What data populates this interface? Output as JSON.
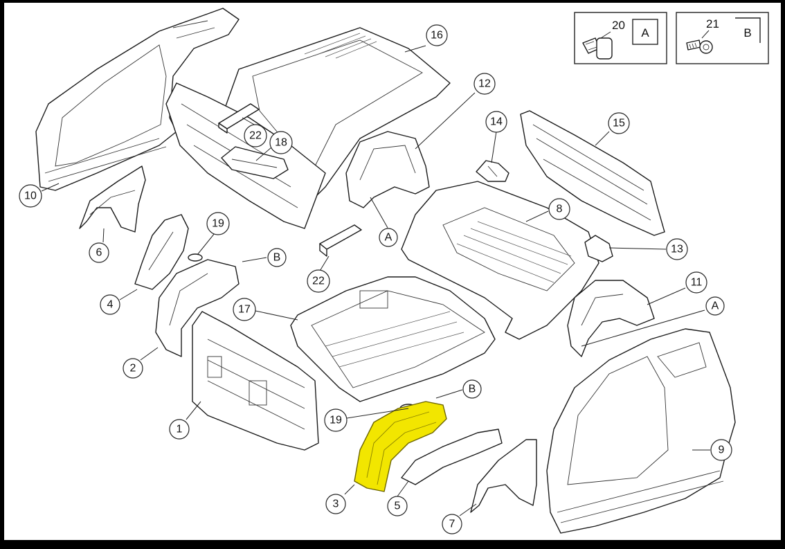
{
  "diagram": {
    "highlight_color": "#f2e600",
    "legend": [
      {
        "id": "legend-a",
        "number": "20",
        "letter": "A",
        "icon": "push-clip-icon"
      },
      {
        "id": "legend-b",
        "number": "21",
        "letter": "B",
        "icon": "screw-rivet-icon"
      }
    ],
    "callouts": {
      "c1": "1",
      "c2": "2",
      "c3": "3",
      "c4": "4",
      "c5": "5",
      "c6": "6",
      "c7": "7",
      "c8": "8",
      "c9": "9",
      "c10": "10",
      "c11": "11",
      "c12": "12",
      "c13": "13",
      "c14": "14",
      "c15": "15",
      "c16": "16",
      "c17": "17",
      "c18": "18",
      "c19a": "19",
      "c19b": "19",
      "c22a": "22",
      "c22b": "22",
      "cA1": "A",
      "cA2": "A",
      "cB1": "B",
      "cB2": "B"
    }
  }
}
